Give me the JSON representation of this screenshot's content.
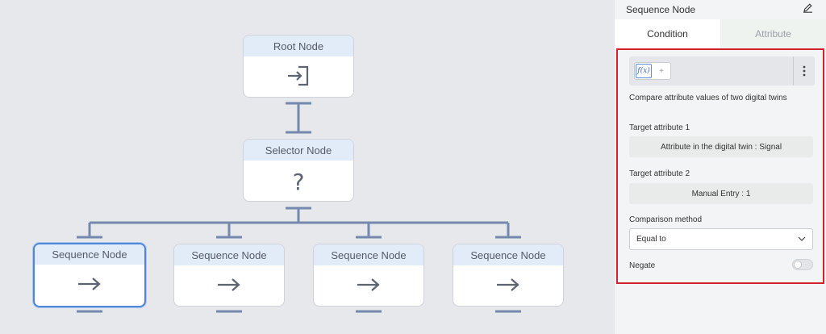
{
  "canvas": {
    "root_node": {
      "label": "Root Node",
      "icon": "enter-icon"
    },
    "selector_node": {
      "label": "Selector Node",
      "icon": "question-mark-icon",
      "symbol": "?"
    },
    "sequence_nodes": [
      {
        "label": "Sequence Node",
        "icon": "arrow-right-icon",
        "selected": true
      },
      {
        "label": "Sequence Node",
        "icon": "arrow-right-icon",
        "selected": false
      },
      {
        "label": "Sequence Node",
        "icon": "arrow-right-icon",
        "selected": false
      },
      {
        "label": "Sequence Node",
        "icon": "arrow-right-icon",
        "selected": false
      }
    ],
    "connector_color": "#7489ad"
  },
  "panel": {
    "title": "Sequence Node",
    "edit_icon": "pencil-icon",
    "tabs": [
      {
        "label": "Condition",
        "active": true
      },
      {
        "label": "Attribute",
        "active": false
      }
    ],
    "condition": {
      "toolbar": {
        "function_label": "f(x)",
        "add_label": "+",
        "menu_icon": "more-vertical-icon"
      },
      "description": "Compare attribute values of two digital twins",
      "target1": {
        "label": "Target attribute 1",
        "value": "Attribute in the digital twin : Signal"
      },
      "target2": {
        "label": "Target attribute 2",
        "value": "Manual Entry : 1"
      },
      "comparison": {
        "label": "Comparison method",
        "value": "Equal to",
        "icon": "chevron-down-icon"
      },
      "negate": {
        "label": "Negate",
        "on": false
      }
    },
    "highlight_color": "#d3212c"
  }
}
